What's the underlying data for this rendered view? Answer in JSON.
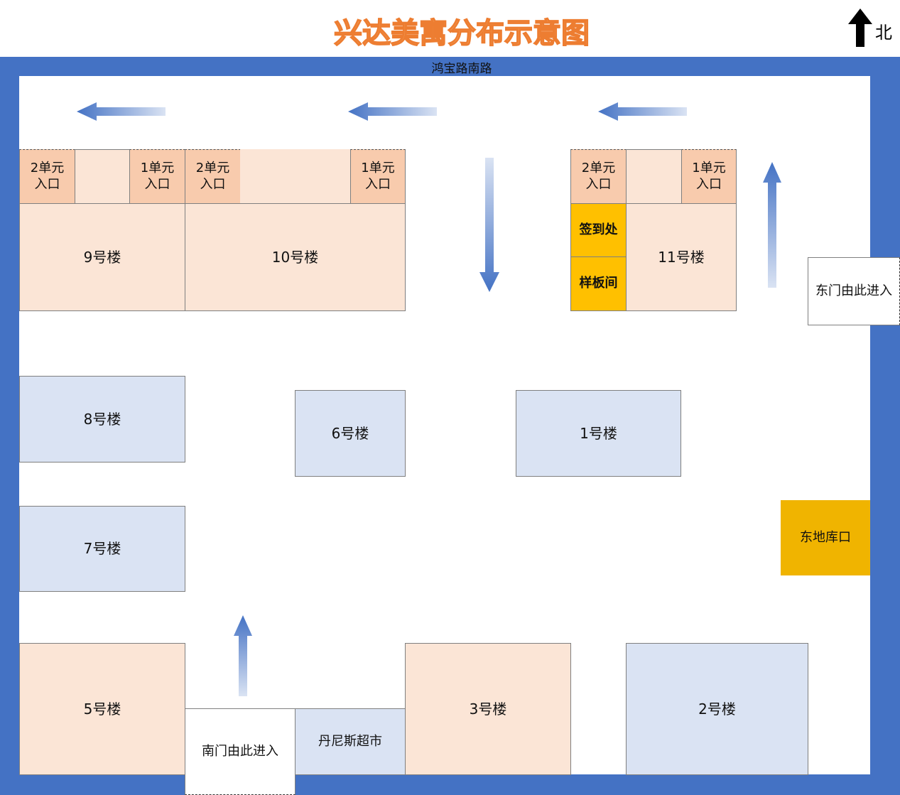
{
  "title": "兴达美寓分布示意图",
  "north": "北",
  "road": "鸿宝路南路",
  "unit2": "2单元\n入口",
  "unit1": "1单元\n入口",
  "buildings": {
    "b9": "9号楼",
    "b10": "10号楼",
    "b11": "11号楼",
    "b8": "8号楼",
    "b6": "6号楼",
    "b1": "1号楼",
    "b7": "7号楼",
    "b5": "5号楼",
    "b3": "3号楼",
    "b2": "2号楼"
  },
  "facilities": {
    "signin": "签到处",
    "model": "样板间",
    "garage": "东地库口",
    "market": "丹尼斯超市"
  },
  "gates": {
    "east": "东门由此进入",
    "south": "南门由此进入"
  },
  "colors": {
    "frame": "#4472C4",
    "peach": "#FBE5D6",
    "entry": "#F8CBAD",
    "blue": "#DAE3F3",
    "gold": "#FFC000"
  }
}
